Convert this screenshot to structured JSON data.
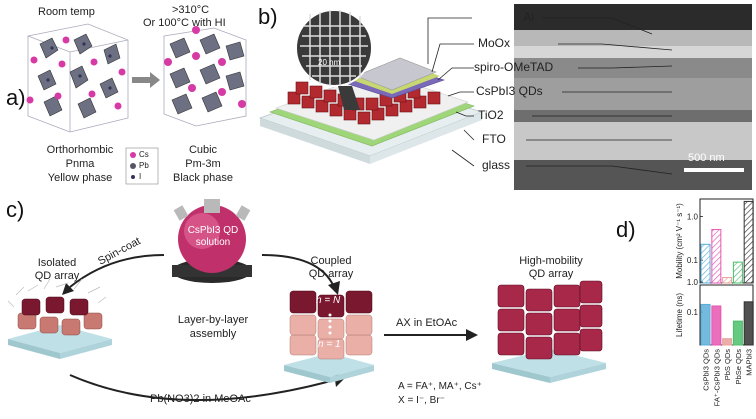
{
  "panel_a": {
    "label": "a)",
    "left_title": "Room temp",
    "right_title_line1": ">310°C",
    "right_title_line2": "Or 100°C with HI",
    "left_caption": [
      "Orthorhombic",
      "Pnma",
      "Yellow phase"
    ],
    "right_caption": [
      "Cubic",
      "Pm-3m",
      "Black phase"
    ],
    "legend": [
      "Cs",
      "Pb",
      "I"
    ],
    "colors": {
      "cs": "#d63aa4",
      "pb": "#555566",
      "i": "#333355",
      "octa": "#6d7082"
    }
  },
  "panel_b": {
    "label": "b)",
    "layers": [
      "Al",
      "MoOx",
      "spiro-OMeTAD",
      "CsPbI3 QDs",
      "TiO2",
      "FTO",
      "glass"
    ],
    "inset_scale": "20 nm",
    "sem_scale": "500 nm"
  },
  "panel_c": {
    "label": "c)",
    "flask_text": [
      "CsPbI3 QD",
      "solution"
    ],
    "spin_coat": "Spin-coat",
    "isolated": [
      "Isolated",
      "QD array"
    ],
    "coupled": [
      "Coupled",
      "QD array"
    ],
    "high_mobility": [
      "High-mobility",
      "QD array"
    ],
    "layer_by_layer": [
      "Layer-by-layer",
      "assembly"
    ],
    "pb_treatment": "Pb(NO3)2 in MeOAc",
    "ax_treatment": "AX in EtOAc",
    "n_top": "n = N",
    "n_bottom": "n = 1",
    "a_def": "A = FA⁺, MA⁺, Cs⁺",
    "x_def": "X = I⁻, Br⁻"
  },
  "panel_d": {
    "label": "d)",
    "chart_data": {
      "type": "bar",
      "categories": [
        "CsPbI3 QDs",
        "FA⁺-CsPbI3 QDs",
        "PbS QDs",
        "PbSe QDs",
        "MAPbI3"
      ],
      "colors": [
        "#5aaed8",
        "#e655b0",
        "#e8a19a",
        "#4bbf6b",
        "#333333"
      ],
      "mobility": {
        "ylabel": "Mobility (cm² V⁻¹ s⁻¹)",
        "values": [
          0.23,
          0.5,
          0.04,
          0.09,
          2.2
        ],
        "ticks": [
          "1.0",
          "0.1"
        ],
        "scale": "log"
      },
      "lifetime": {
        "ylabel": "Lifetime (ns)",
        "values": [
          0.18,
          0.16,
          0.013,
          0.05,
          0.22
        ],
        "ticks": [
          "1.0",
          "0.1"
        ],
        "scale": "log"
      }
    }
  }
}
